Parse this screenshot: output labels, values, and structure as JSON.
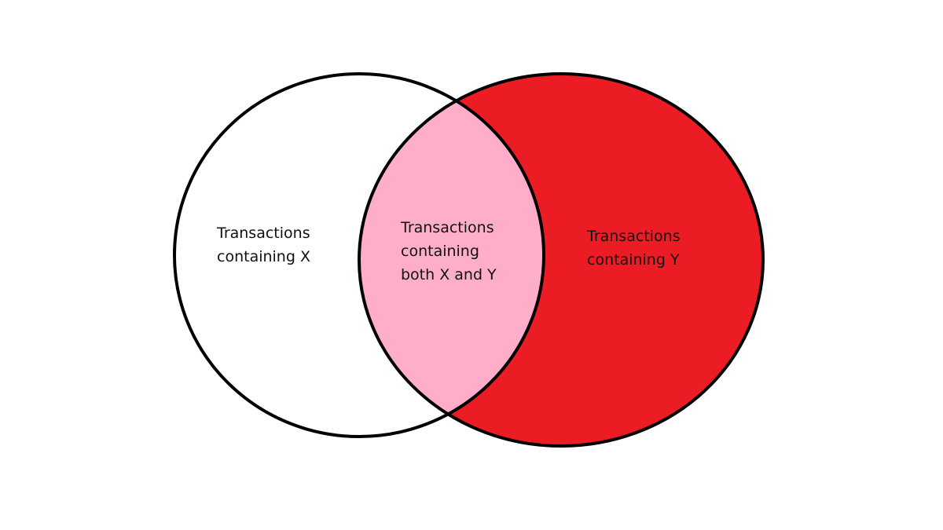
{
  "colors": {
    "background": "#ffffff",
    "circle_y_fill": "#ec1c24",
    "intersection_fill": "#ffaec9",
    "outline": "#000000",
    "text": "#111111"
  },
  "sets": {
    "x": {
      "label_lines": [
        "Transactions",
        "containing X"
      ]
    },
    "y": {
      "label_lines": [
        "Transactions",
        "containing Y"
      ]
    },
    "intersection": {
      "label_lines": [
        "Transactions",
        "containing",
        "both X and Y"
      ]
    }
  }
}
